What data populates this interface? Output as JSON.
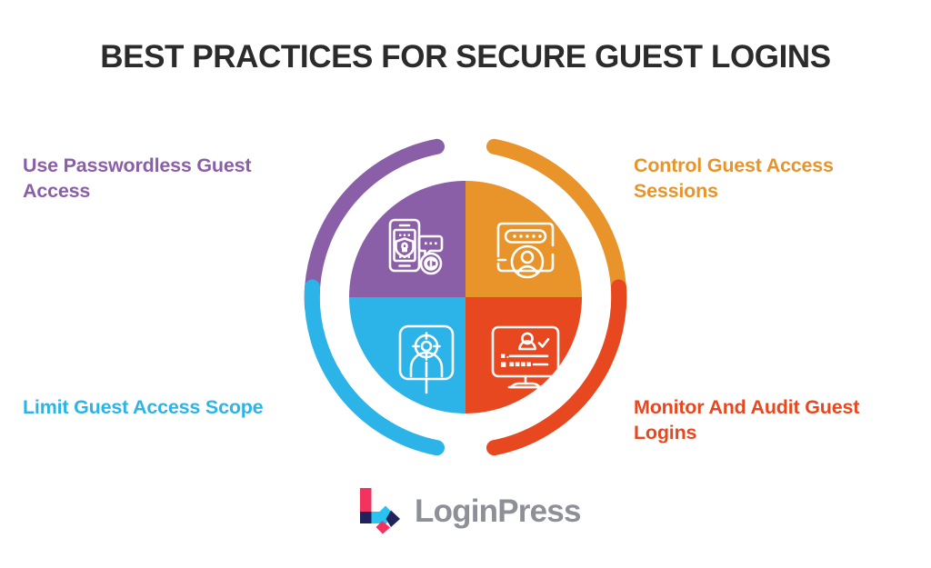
{
  "page": {
    "title": "BEST PRACTICES FOR SECURE GUEST LOGINS",
    "background_color": "#FFFFFF",
    "title_color": "#2B2B2B"
  },
  "wheel": {
    "type": "four-quadrant-circle-with-outer-arcs",
    "segments": [
      {
        "id": "top-left",
        "label": "Use Passwordless Guest Access",
        "color": "#8B5FA8",
        "color_name": "purple",
        "icon": "smartphone-shield-lock-icon",
        "icon_description": "smartphone with shield and padlock, chat bubble and fingerprint badge",
        "label_position": "top-left"
      },
      {
        "id": "top-right",
        "label": "Control Guest Access Sessions",
        "color": "#E8942A",
        "color_name": "orange",
        "icon": "login-card-user-icon",
        "icon_description": "login card with password dots and user avatar",
        "label_position": "top-right"
      },
      {
        "id": "bottom-left",
        "label": "Limit Guest Access Scope",
        "color": "#2CB4E8",
        "color_name": "blue",
        "icon": "user-target-scope-icon",
        "icon_description": "person badge sign with target reticle head",
        "label_position": "bottom-left"
      },
      {
        "id": "bottom-right",
        "label": "Monitor And Audit Guest Logins",
        "color": "#E8481F",
        "color_name": "red",
        "icon": "monitor-user-verified-icon",
        "icon_description": "desktop monitor with verified user and password field",
        "label_position": "bottom-right"
      }
    ]
  },
  "logo": {
    "mark_name": "loginpress-arrow-mark",
    "wordmark": "LoginPress",
    "wordmark_color": "#8D9096",
    "mark_colors": {
      "pink": "#F3335F",
      "cyan": "#29C3F2",
      "navy": "#20235B"
    }
  }
}
